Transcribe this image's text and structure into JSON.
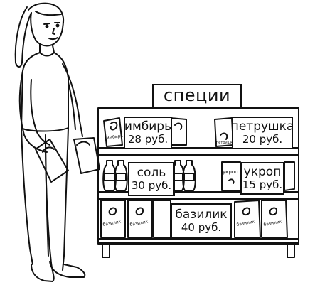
{
  "store_sign": {
    "title": "специи"
  },
  "price_tags": [
    {
      "item": "имбирь",
      "price": "28 руб."
    },
    {
      "item": "петрушка",
      "price": "20 руб."
    },
    {
      "item": "соль",
      "price": "30 руб."
    },
    {
      "item": "укроп",
      "price": "15 руб."
    },
    {
      "item": "базилик",
      "price": "40 руб."
    }
  ],
  "packets": {
    "ginger_label": "имбирь",
    "parsley_label": "петрушка",
    "dill_label": "укроп",
    "basil_label": "базилик"
  }
}
